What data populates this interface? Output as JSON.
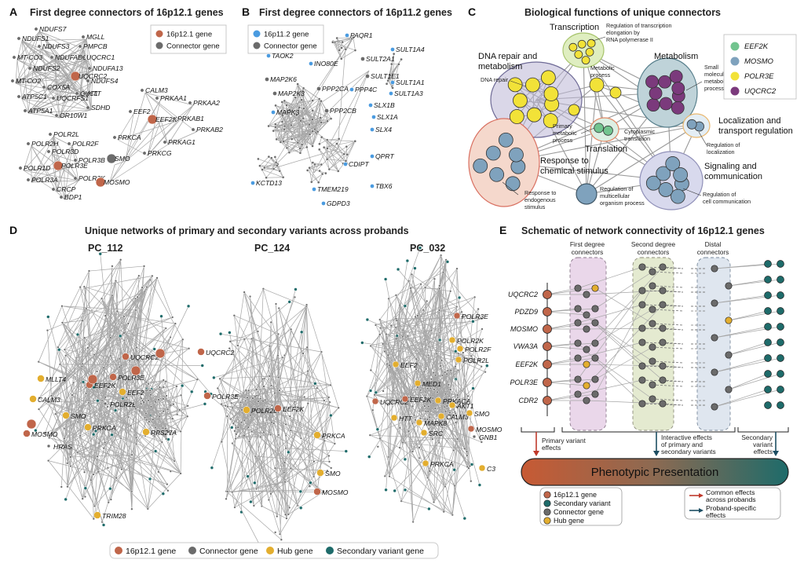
{
  "panels": {
    "A": {
      "letter": "A",
      "title": "First degree connectors of 16p12.1 genes",
      "legend": [
        "16p12.1 gene",
        "Connector gene"
      ],
      "genes": [
        "NDUFS7",
        "NDUFS1",
        "MGLL",
        "NDUFS3",
        "PMPCB",
        "MT-CO3",
        "NDUFAB1",
        "UQCRC1",
        "NDUFS2",
        "NDUFA13",
        "UQCRC2",
        "MT-CO2",
        "NDUFS4",
        "COX5A",
        "ATP5C1",
        "CYC1",
        "HTT",
        "UQCRFS1",
        "SDHD",
        "ATP5A1",
        "OR10W1",
        "CALM3",
        "PRKAA1",
        "PRKAA2",
        "EEF2",
        "EEF2K",
        "PRKAB1",
        "PRKAB2",
        "PRKAG1",
        "PRKCA",
        "PRKCG",
        "POLR2L",
        "POLR2H",
        "POLR2F",
        "POLR3D",
        "POLR3B",
        "POLR1D",
        "POLR3E",
        "POLR3A",
        "POLR2K",
        "CRCP",
        "BDP1",
        "SMO",
        "MOSMO"
      ]
    },
    "B": {
      "letter": "B",
      "title": "First degree connectors of 16p11.2 genes",
      "legend": [
        "16p11.2 gene",
        "Connector gene"
      ],
      "genes": [
        "PAQR1",
        "SULT1A4",
        "TAOK2",
        "SULT2A1",
        "INO80E",
        "MAP2K6",
        "SULT1E1",
        "SULT1A1",
        "PPP2CA",
        "PPP4C",
        "MAP2K3",
        "SULT1A3",
        "MAPK3",
        "PPP2CB",
        "SLX1B",
        "SLX1A",
        "SLX4",
        "CDIPT",
        "QPRT",
        "KCTD13",
        "TMEM219",
        "TBX6",
        "GDPD3"
      ]
    },
    "C": {
      "letter": "C",
      "title": "Biological functions of unique connectors",
      "legend": [
        "EEF2K",
        "MOSMO",
        "POLR3E",
        "UQCRC2"
      ],
      "clusters": {
        "transcription": "Transcription",
        "reg_transcription": "Regulation of transcription elongation by RNA polymerase II",
        "dna_repair": "DNA repair and metabolism",
        "dna_repair_small": "DNA repair",
        "metabolic": "Metabolic process",
        "primary_metabolic": "Primary metabolic process",
        "metabolism": "Metabolism",
        "small_molecule": "Small molecule metabolic process",
        "localization": "Localization and transport regulation",
        "reg_localization": "Regulation of localization",
        "translation": "Translation",
        "cyto_translation": "Cytoplasmic translation",
        "response": "Response to chemical stimulus",
        "endogenous": "Response to endogenous stimulus",
        "multicellular": "Regulation of multicellular organism process",
        "signaling": "Signaling and communication",
        "cell_comm": "Regulation of cell communication"
      }
    },
    "D": {
      "letter": "D",
      "title": "Unique networks of primary and secondary variants across probands",
      "probands": [
        "PC_112",
        "PC_124",
        "PC_032"
      ],
      "labels_112": [
        "UQCRC2",
        "MLLT4",
        "EEF2K",
        "POLR3E",
        "EEF2",
        "CALM3",
        "POLR2L",
        "SMO",
        "PRKCA",
        "MOSMO",
        "RPS27A",
        "HRAS",
        "TRIM28"
      ],
      "labels_124": [
        "UQCRC2",
        "POLR3E",
        "POLR2L",
        "EEF2K",
        "PRKCA",
        "SMO",
        "MOSMO"
      ],
      "labels_032": [
        "POLR3E",
        "POLR2K",
        "POLR2F",
        "POLR2L",
        "EEF2",
        "MED1",
        "UQCRC2",
        "EEF2K",
        "PRKACA",
        "AKT1",
        "HTT",
        "MAPK8",
        "CALM3",
        "SMO",
        "MOSMO",
        "SRC",
        "GNB1",
        "PRKCA",
        "C3"
      ],
      "legend": [
        "16p12.1 gene",
        "Connector gene",
        "Hub gene",
        "Secondary variant gene"
      ]
    },
    "E": {
      "letter": "E",
      "title": "Schematic of network connectivity of 16p12.1 genes",
      "columns": [
        "First degree connectors",
        "Second degree connectors",
        "Distal connectors"
      ],
      "genes": [
        "UQCRC2",
        "PDZD9",
        "MOSMO",
        "VWA3A",
        "EEF2K",
        "POLR3E",
        "CDR2"
      ],
      "effects": [
        "Primary variant effects",
        "Interactive effects of primary and secondary variants",
        "Secondary variant effects"
      ],
      "phenotype": "Phenotypic Presentation",
      "legend_nodes": [
        "16p12.1 gene",
        "Secondary variant",
        "Connector gene",
        "Hub gene"
      ],
      "legend_arrows": [
        "Common effects across probands",
        "Proband-specific effects"
      ]
    }
  },
  "colors": {
    "gene16p12": "#c0664a",
    "connector": "#6b6b6b",
    "hub": "#e3ae2f",
    "secondary": "#1e6b6a",
    "gene16p11": "#4a9be0",
    "eef2k": "#72c48f",
    "mosmo": "#7fa2bd",
    "polr3e": "#f2e238",
    "uqcrc2": "#7b3a7c"
  }
}
